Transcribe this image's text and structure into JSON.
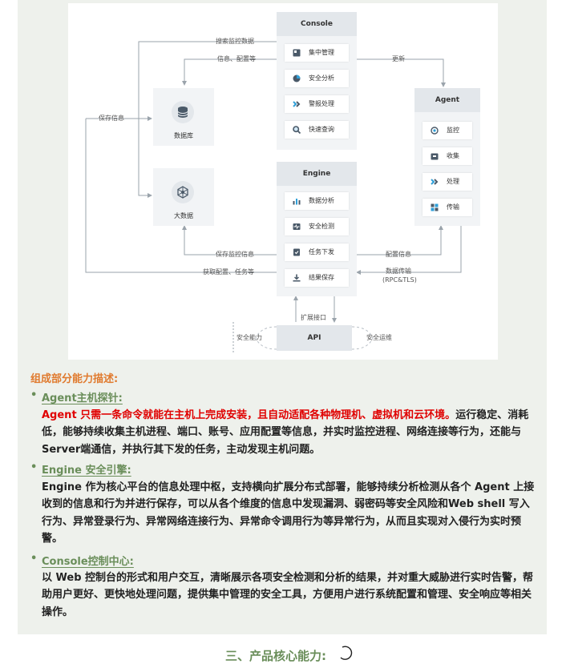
{
  "diagram": {
    "console": {
      "title": "Console",
      "items": [
        "集中管理",
        "安全分析",
        "警报处理",
        "快速查询"
      ],
      "icons": [
        "grid-icon",
        "pie-icon",
        "alert-icon",
        "search-icon"
      ]
    },
    "engine": {
      "title": "Engine",
      "items": [
        "数据分析",
        "安全检测",
        "任务下发",
        "结果保存"
      ],
      "icons": [
        "bar-chart-icon",
        "scan-icon",
        "task-icon",
        "download-icon"
      ]
    },
    "agent": {
      "title": "Agent",
      "items": [
        "监控",
        "收集",
        "处理",
        "传输"
      ],
      "icons": [
        "monitor-icon",
        "collect-icon",
        "process-icon",
        "transfer-icon"
      ]
    },
    "database_label": "数据库",
    "bigdata_label": "大数据",
    "api_label": "API",
    "labels": {
      "search_data": "搜索监控数据",
      "info_config": "信息、配置等",
      "save_info": "保存信息",
      "update": "更新",
      "save_monitor": "保存监控信息",
      "get_config": "获取配置、任务等",
      "config_info": "配置信息",
      "data_transfer": "数据传输",
      "protocol": "(RPC&TLS)",
      "extension": "扩展接口",
      "security_capability": "安全能力",
      "security_ops": "安全运维"
    }
  },
  "content": {
    "heading": "组成部分能力描述:",
    "sections": [
      {
        "title": "Agent主机探针:",
        "red": "Agent 只需一条命令就能在主机上完成安装，且自动适配各种物理机、虚拟机和云环境。",
        "text": "运行稳定、消耗低，能够持续收集主机进程、端口、账号、应用配置等信息，并实时监控进程、网络连接等行为，还能与Server端通信，并执行其下发的任务，主动发现主机问题。"
      },
      {
        "title": "Engine 安全引擎:",
        "red": "",
        "text": "Engine 作为核心平台的信息处理中枢，支持横向扩展分布式部署，能够持续分析检测从各个 Agent 上接收到的信息和行为并进行保存，可以从各个维度的信息中发现漏洞、弱密码等安全风险和Web shell 写入行为、异常登录行为、异常网络连接行为、异常命令调用行为等异常行为，从而且实现对入侵行为实时预警。"
      },
      {
        "title": "Console控制中心:",
        "red": "",
        "text": "以 Web 控制台的形式和用户交互，清晰展示各项安全检测和分析的结果，并对重大威胁进行实时告警，帮助用户更好、更快地处理问题，提供集中管理的安全工具，方便用户进行系统配置和管理、安全响应等相关操作。"
      }
    ],
    "footer_title": "三、产品核心能力:"
  },
  "colors": {
    "panel_bg": "#eef1ec",
    "heading": "#e07a2e",
    "accent_green": "#6a8e5a",
    "highlight_red": "#e00000"
  }
}
